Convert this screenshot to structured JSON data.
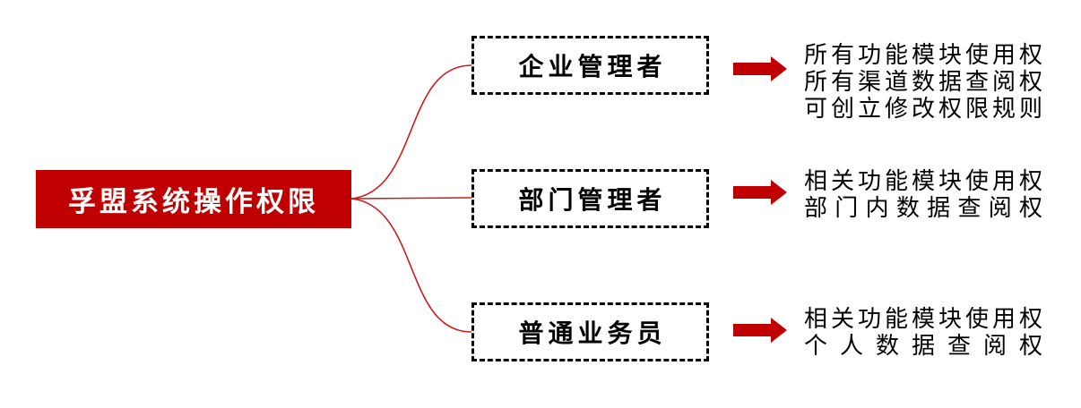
{
  "diagram_title": "孚盟系统操作权限",
  "colors": {
    "accent_red": "#c00000",
    "connector_red": "#c81e1e",
    "text_black": "#000000",
    "background": "#ffffff"
  },
  "root": {
    "title": "孚盟系统操作权限"
  },
  "branches": [
    {
      "label": "企业管理者",
      "permissions": [
        "所有功能模块使用权",
        "所有渠道数据查阅权",
        "可创立修改权限规则"
      ]
    },
    {
      "label": "部门管理者",
      "permissions": [
        "相关功能模块使用权",
        "部门内数据查阅权"
      ]
    },
    {
      "label": "普通业务员",
      "permissions": [
        "相关功能模块使用权",
        "个人数据查阅权"
      ]
    }
  ],
  "icons": {
    "arrow": "arrow-right-icon"
  }
}
